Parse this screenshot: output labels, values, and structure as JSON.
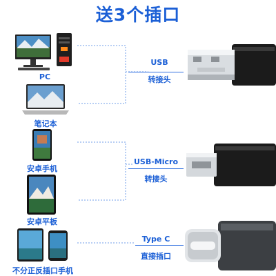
{
  "title": "送3个插口",
  "devices": [
    {
      "label": "PC"
    },
    {
      "label": "笔记本"
    },
    {
      "label": "安卓手机"
    },
    {
      "label": "安卓平板"
    },
    {
      "label": "不分正反插口手机"
    }
  ],
  "connectors": [
    {
      "name": "USB",
      "desc": "转接头"
    },
    {
      "name": "USB-Micro",
      "desc": "转接头"
    },
    {
      "name": "Type C",
      "desc": "直接插口"
    }
  ],
  "colors": {
    "accent": "#1b5fd6",
    "guide": "#6f9ee8",
    "cable": "#1c1c1c"
  }
}
